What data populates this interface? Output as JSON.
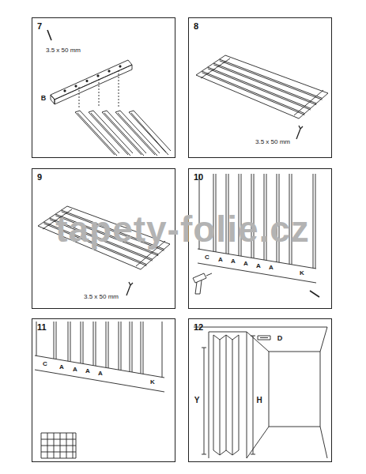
{
  "diagram": {
    "nodes": [
      {
        "text": [
          "7"
        ]
      },
      {
        "text": [
          "8"
        ]
      },
      {
        "text": [
          "9"
        ]
      },
      {
        "text": [
          "10"
        ]
      },
      {
        "text": [
          "11"
        ]
      },
      {
        "text": [
          "12"
        ]
      }
    ],
    "labels": [
      "3.5 x 50 mm",
      "B",
      "3.5 x 50 mm",
      "3.5 x 50 mm",
      "C",
      "A",
      "A",
      "A",
      "A",
      "A",
      "K",
      "C",
      "A",
      "A",
      "A",
      "A",
      "K",
      "D",
      "Y",
      "H",
      "tapety-folie.cz"
    ]
  }
}
